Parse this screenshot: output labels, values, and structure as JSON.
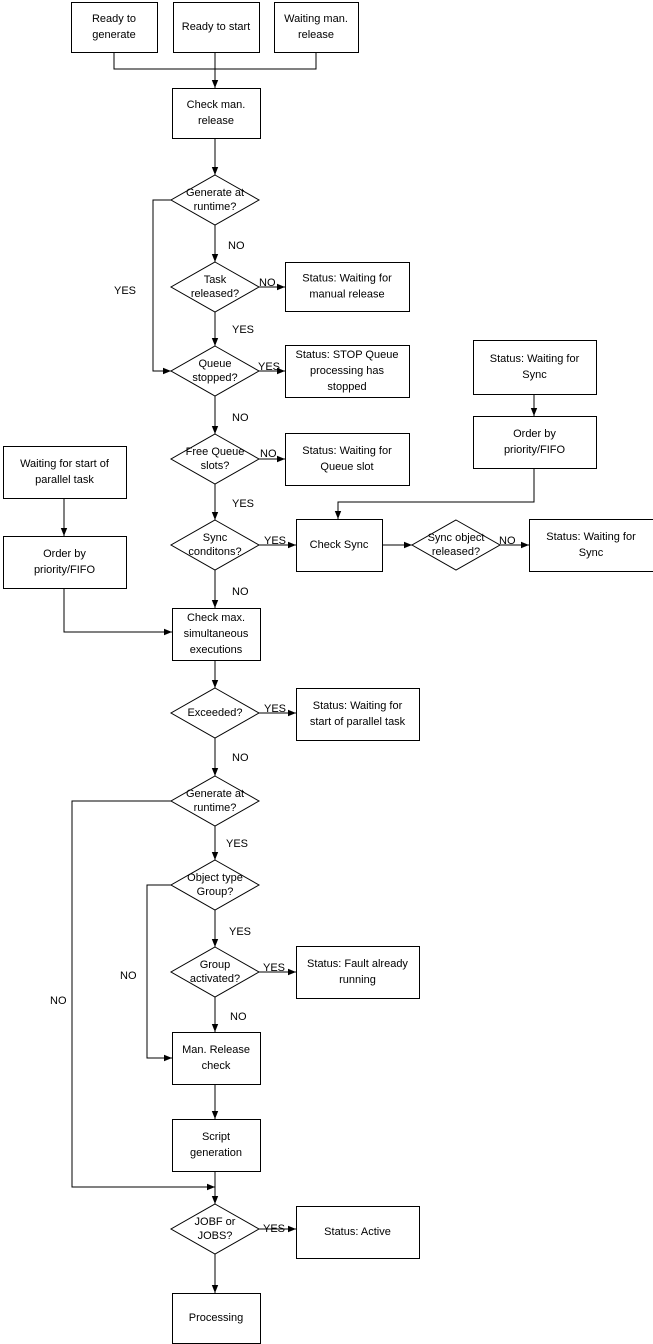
{
  "nodes": {
    "ready_generate": [
      "Ready to",
      "generate"
    ],
    "ready_start": [
      "Ready to start"
    ],
    "waiting_release": [
      "Waiting man.",
      "release"
    ],
    "check_release": [
      "Check man.",
      "release"
    ],
    "gen_runtime_1": [
      "Generate at",
      "runtime?"
    ],
    "task_released": [
      "Task",
      "released?"
    ],
    "status_manual": [
      "Status: Waiting for",
      "manual release"
    ],
    "queue_stopped": [
      "Queue",
      "stopped?"
    ],
    "status_stop": [
      "Status: STOP Queue",
      "processing has",
      "stopped"
    ],
    "free_slots": [
      "Free Queue",
      "slots?"
    ],
    "status_slot": [
      "Status: Waiting for",
      "Queue slot"
    ],
    "status_sync_top": [
      "Status: Waiting for",
      "Sync"
    ],
    "order_right": [
      "Order by",
      "priority/FIFO"
    ],
    "waiting_parallel": [
      "Waiting for start of",
      "parallel task"
    ],
    "order_left": [
      "Order by",
      "priority/FIFO"
    ],
    "sync_cond": [
      "Sync",
      "conditons?"
    ],
    "check_sync": [
      "Check Sync"
    ],
    "sync_released": [
      "Sync object",
      "released?"
    ],
    "status_sync": [
      "Status: Waiting for",
      "Sync"
    ],
    "check_max": [
      "Check max.",
      "simultaneous",
      "executions"
    ],
    "exceeded": [
      "Exceeded?"
    ],
    "status_parallel": [
      "Status: Waiting for",
      "start of parallel task"
    ],
    "gen_runtime_2": [
      "Generate at",
      "runtime?"
    ],
    "obj_group": [
      "Object type",
      "Group?"
    ],
    "group_active": [
      "Group",
      "activated?"
    ],
    "status_fault": [
      "Status: Fault already",
      "running"
    ],
    "man_release_check": [
      "Man. Release",
      "check"
    ],
    "script_gen": [
      "Script",
      "generation"
    ],
    "jobf": [
      "JOBF or",
      "JOBS?"
    ],
    "status_active": [
      "Status: Active"
    ],
    "processing": [
      "Processing"
    ]
  },
  "edge_labels": {
    "gen1_no": "NO",
    "gen1_yes": "YES",
    "task_no": "NO",
    "task_yes": "YES",
    "queue_yes": "YES",
    "queue_no": "NO",
    "free_no": "NO",
    "free_yes": "YES",
    "sync_yes": "YES",
    "sync_no": "NO",
    "syncobj_no": "NO",
    "exceeded_yes": "YES",
    "exceeded_no": "NO",
    "gen2_yes": "YES",
    "gen2_no": "NO",
    "obj_yes": "YES",
    "obj_no": "NO",
    "group_yes": "YES",
    "group_no": "NO",
    "jobf_yes": "YES"
  }
}
